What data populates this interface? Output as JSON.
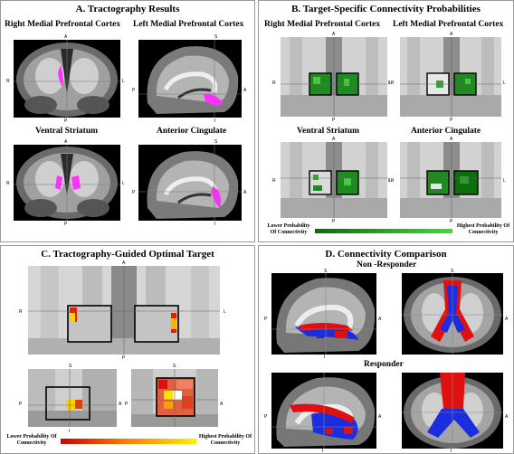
{
  "panels": {
    "a": {
      "title": "A. Tractography Results",
      "labels": [
        "Right Medial Prefrontal Cortex",
        "Left Medial Prefrontal Cortex",
        "Ventral Striatum",
        "Anterior Cingulate"
      ]
    },
    "b": {
      "title": "B. Target-Specific Connectivity Probabilities",
      "labels": [
        "Right Medial Prefrontal Cortex",
        "Left Medial Prefrontal Cortex",
        "Ventral Striatum",
        "Anterior Cingulate"
      ],
      "legend_low": "Lower Probability Of Connectivity",
      "legend_high": "Highest Probability Of Connectivity",
      "legend_color_start": "#0a6b0a",
      "legend_color_end": "#38e038"
    },
    "c": {
      "title": "C. Tractography-Guided Optimal Target",
      "legend_low": "Lower Probability Of Connectivity",
      "legend_high": "Highest Probability Of Connectivity",
      "legend_color_start": "#d00000",
      "legend_color_end": "#ffee00"
    },
    "d": {
      "title": "D. Connectivity Comparison",
      "labels": [
        "Non -Responder",
        "Responder"
      ],
      "colors": {
        "red": "#e01010",
        "blue": "#1a2ee0"
      }
    }
  },
  "axes": {
    "A": "A",
    "P": "P",
    "R": "R",
    "L": "L",
    "S": "S",
    "I": "I",
    "LR": "LR"
  },
  "colors": {
    "tract": "#ff30ff",
    "outline": "#000000"
  }
}
